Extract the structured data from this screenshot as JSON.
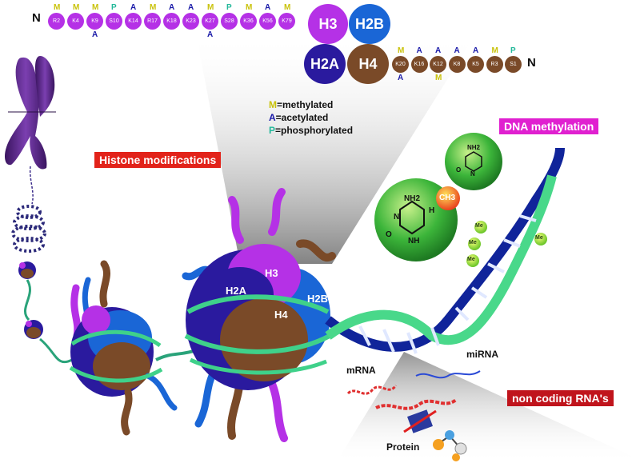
{
  "colors": {
    "h3": "#b531e6",
    "h2b": "#1a66d6",
    "h2a": "#2a1a9e",
    "h4": "#7a4a28",
    "methyl": "#c9c20a",
    "acetyl": "#1a1aa8",
    "phospho": "#23b89a",
    "dna_blue": "#10249a",
    "dna_green": "#49d88a",
    "tag_red": "#e2231a",
    "tag_magenta": "#e020d0",
    "tag_darkred": "#c0141c"
  },
  "nterm": "N",
  "h3_residues": [
    {
      "label": "R2",
      "mod_top": "M",
      "mod_bottom": ""
    },
    {
      "label": "K4",
      "mod_top": "M",
      "mod_bottom": ""
    },
    {
      "label": "K9",
      "mod_top": "M",
      "mod_bottom": "A"
    },
    {
      "label": "S10",
      "mod_top": "P",
      "mod_bottom": ""
    },
    {
      "label": "K14",
      "mod_top": "A",
      "mod_bottom": ""
    },
    {
      "label": "R17",
      "mod_top": "M",
      "mod_bottom": ""
    },
    {
      "label": "K18",
      "mod_top": "A",
      "mod_bottom": ""
    },
    {
      "label": "K23",
      "mod_top": "A",
      "mod_bottom": ""
    },
    {
      "label": "K27",
      "mod_top": "M",
      "mod_bottom": "A"
    },
    {
      "label": "S28",
      "mod_top": "P",
      "mod_bottom": ""
    },
    {
      "label": "K36",
      "mod_top": "M",
      "mod_bottom": ""
    },
    {
      "label": "K56",
      "mod_top": "A",
      "mod_bottom": ""
    },
    {
      "label": "K79",
      "mod_top": "M",
      "mod_bottom": ""
    }
  ],
  "h4_residues": [
    {
      "label": "K20",
      "mod_top": "M",
      "mod_bottom": "A"
    },
    {
      "label": "K16",
      "mod_top": "A",
      "mod_bottom": ""
    },
    {
      "label": "K12",
      "mod_top": "A",
      "mod_bottom": "M"
    },
    {
      "label": "K8",
      "mod_top": "A",
      "mod_bottom": ""
    },
    {
      "label": "K5",
      "mod_top": "A",
      "mod_bottom": ""
    },
    {
      "label": "R3",
      "mod_top": "M",
      "mod_bottom": ""
    },
    {
      "label": "S1",
      "mod_top": "P",
      "mod_bottom": ""
    }
  ],
  "histones": {
    "h3": "H3",
    "h2b": "H2B",
    "h2a": "H2A",
    "h4": "H4"
  },
  "legend": {
    "m_letter": "M",
    "m_text": "=methylated",
    "a_letter": "A",
    "a_text": "=acetylated",
    "p_letter": "P",
    "p_text": "=phosphorylated"
  },
  "tags": {
    "histone_mod": "Histone modifications",
    "dna_methylation": "DNA methylation",
    "noncoding": "non coding RNA's"
  },
  "molecule": {
    "nh2": "NH2",
    "ch3": "CH3",
    "n": "N",
    "h": "H",
    "o": "O",
    "nh": "NH",
    "small_nh2": "NH2",
    "small_o": "O",
    "small_n": "N"
  },
  "dna_marks": [
    "Me",
    "Me",
    "Me",
    "Me"
  ],
  "nucleosome_labels": {
    "h3": "H3",
    "h2a": "H2A",
    "h4": "H4",
    "h2b": "H2B"
  },
  "rna": {
    "mrna": "mRNA",
    "mirna": "miRNA",
    "protein": "Protein"
  }
}
